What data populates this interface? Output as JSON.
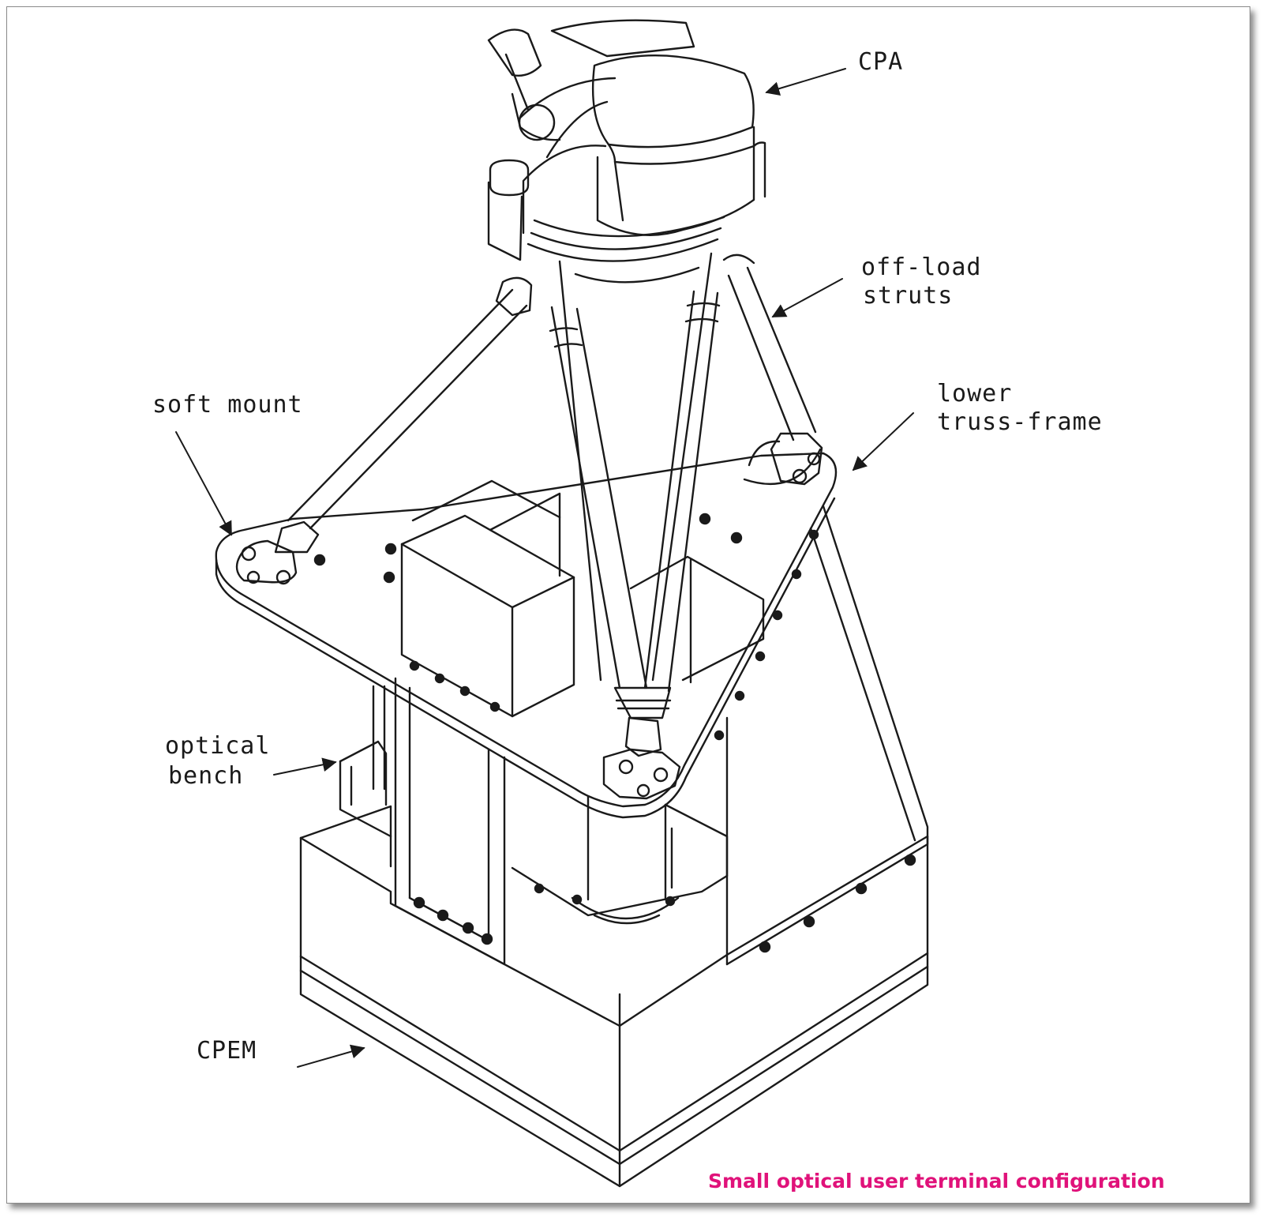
{
  "labels": {
    "cpa": "CPA",
    "offload_1": "off-load",
    "offload_2": "struts",
    "lower_1": "lower",
    "lower_2": "truss-frame",
    "soft_mount": "soft mount",
    "optical_1": "optical",
    "optical_2": "bench",
    "cpem": "CPEM"
  },
  "caption": "Small optical user terminal configuration",
  "colors": {
    "line": "#1a1a1a",
    "caption": "#e0127a"
  }
}
